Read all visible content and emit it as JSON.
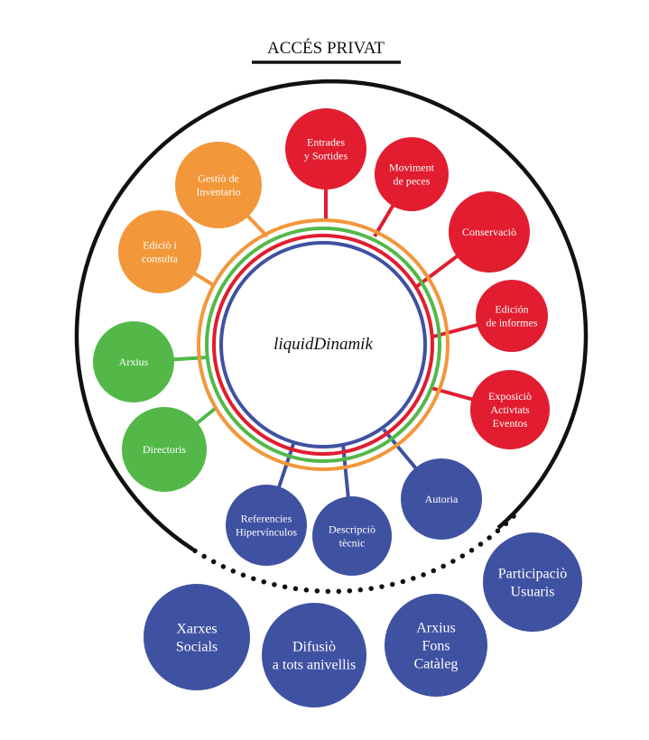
{
  "header": {
    "title": "ACCÉS PRIVAT"
  },
  "center": {
    "label": "liquidDinamik"
  },
  "colors": {
    "red": "#e11d2f",
    "orange": "#f2973a",
    "green": "#53b848",
    "blue": "#3f51a1",
    "black": "#111111",
    "white": "#ffffff"
  },
  "ring_order": [
    "orange",
    "green",
    "red",
    "blue"
  ],
  "modules": [
    {
      "id": "entrades-sortides",
      "color": "red",
      "lines": [
        "Entrades",
        "y Sortides"
      ]
    },
    {
      "id": "moviment-peces",
      "color": "red",
      "lines": [
        "Moviment",
        "de peces"
      ]
    },
    {
      "id": "conservacio",
      "color": "red",
      "lines": [
        "Conservaciò"
      ]
    },
    {
      "id": "edicion-informes",
      "color": "red",
      "lines": [
        "Edición",
        "de informes"
      ]
    },
    {
      "id": "exposicio",
      "color": "red",
      "lines": [
        "Exposiciò",
        "Activtats",
        "Eventos"
      ]
    },
    {
      "id": "gestio-inventario",
      "color": "orange",
      "lines": [
        "Gestiò de",
        "Inventario"
      ]
    },
    {
      "id": "edicio-consulta",
      "color": "orange",
      "lines": [
        "Ediciò i",
        "consulta"
      ]
    },
    {
      "id": "arxius",
      "color": "green",
      "lines": [
        "Arxius"
      ]
    },
    {
      "id": "directoris",
      "color": "green",
      "lines": [
        "Directoris"
      ]
    },
    {
      "id": "referencies",
      "color": "blue",
      "lines": [
        "Referencies",
        "Hipervínculos"
      ]
    },
    {
      "id": "descripcio",
      "color": "blue",
      "lines": [
        "Descripciò",
        "tècnic"
      ]
    },
    {
      "id": "autoria",
      "color": "blue",
      "lines": [
        "Autoria"
      ]
    }
  ],
  "public": [
    {
      "id": "xarxes-socials",
      "lines": [
        "Xarxes",
        "Socials"
      ]
    },
    {
      "id": "difusio",
      "lines": [
        "Difusiò",
        "a tots anivellis"
      ]
    },
    {
      "id": "arxius-fons",
      "lines": [
        "Arxius",
        "Fons",
        "Catàleg"
      ]
    },
    {
      "id": "participacio",
      "lines": [
        "Participaciò",
        "Usuaris"
      ]
    }
  ]
}
